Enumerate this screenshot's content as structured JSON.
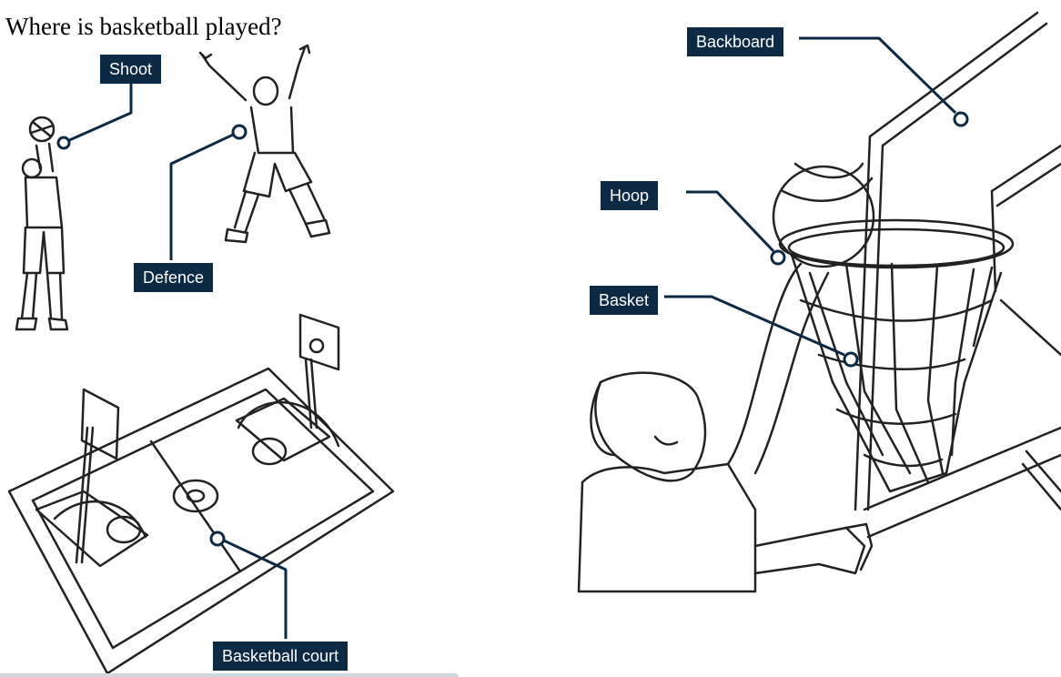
{
  "question": "Where is basketball played?",
  "labels": {
    "shoot": "Shoot",
    "defence": "Defence",
    "basketball_court": "Basketball court",
    "backboard": "Backboard",
    "hoop": "Hoop",
    "basket": "Basket"
  },
  "colors": {
    "label_bg": "#0d2a45",
    "leader_line": "#0d2a45",
    "ink": "#222222"
  }
}
